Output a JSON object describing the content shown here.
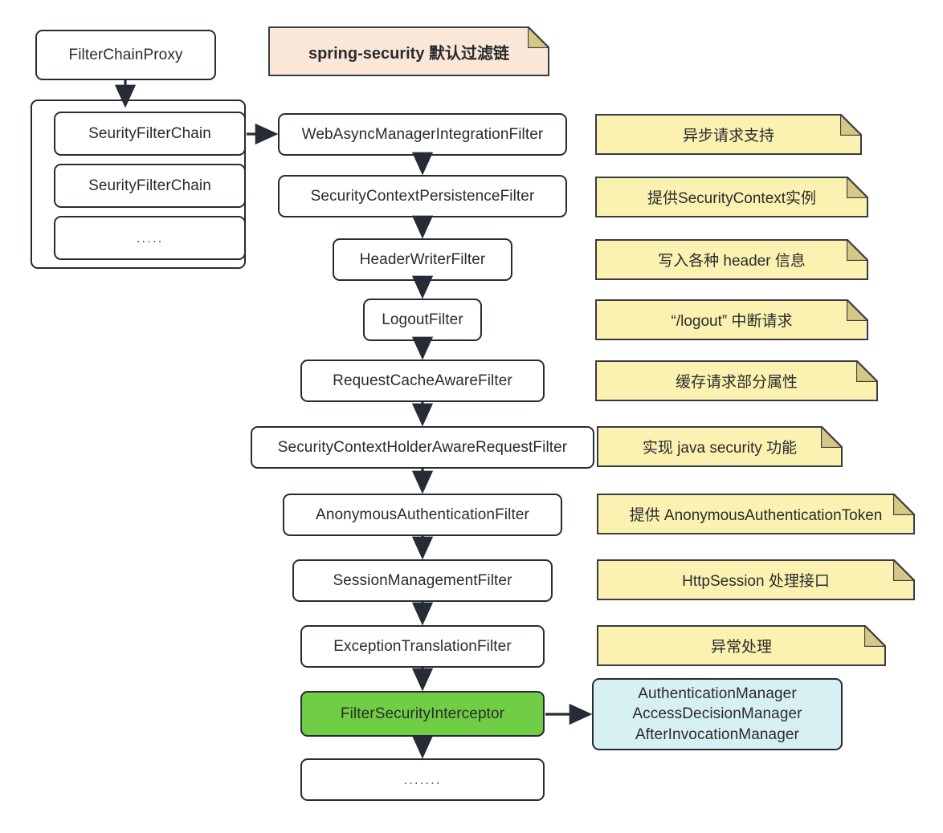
{
  "diagram": {
    "title_note": "spring-security 默认过滤链",
    "colors": {
      "note_yellow": "#FBF2B2",
      "note_fold": "#D7C784",
      "title_note_peach": "#FAE7D8",
      "highlight_green": "#6FCE44",
      "manager_blue": "#D7F0F3",
      "stroke": "#262B35",
      "background": "#FFFFFF"
    },
    "entry": {
      "proxy_label": "FilterChainProxy"
    },
    "chain_stack": {
      "items": [
        {
          "label": "SeurityFilterChain"
        },
        {
          "label": "SeurityFilterChain"
        },
        {
          "label": "....."
        }
      ]
    },
    "filters": [
      {
        "label": "WebAsyncManagerIntegrationFilter",
        "highlight": false
      },
      {
        "label": "SecurityContextPersistenceFilter",
        "highlight": false
      },
      {
        "label": "HeaderWriterFilter",
        "highlight": false
      },
      {
        "label": "LogoutFilter",
        "highlight": false
      },
      {
        "label": "RequestCacheAwareFilter",
        "highlight": false
      },
      {
        "label": "SecurityContextHolderAwareRequestFilter",
        "highlight": false
      },
      {
        "label": "AnonymousAuthenticationFilter",
        "highlight": false
      },
      {
        "label": "SessionManagementFilter",
        "highlight": false
      },
      {
        "label": "ExceptionTranslationFilter",
        "highlight": false
      },
      {
        "label": "FilterSecurityInterceptor",
        "highlight": true
      },
      {
        "label": ".......",
        "highlight": false
      }
    ],
    "notes": [
      {
        "text": "异步请求支持"
      },
      {
        "text": "提供SecurityContext实例"
      },
      {
        "text": "写入各种 header 信息"
      },
      {
        "text": "“/logout” 中断请求"
      },
      {
        "text": "缓存请求部分属性"
      },
      {
        "text": "实现 java security 功能"
      },
      {
        "text": "提供 AnonymousAuthenticationToken"
      },
      {
        "text": "HttpSession 处理接口"
      },
      {
        "text": "异常处理"
      }
    ],
    "managers_box": {
      "line1": "AuthenticationManager",
      "line2": "AccessDecisionManager",
      "line3": "AfterInvocationManager"
    }
  }
}
